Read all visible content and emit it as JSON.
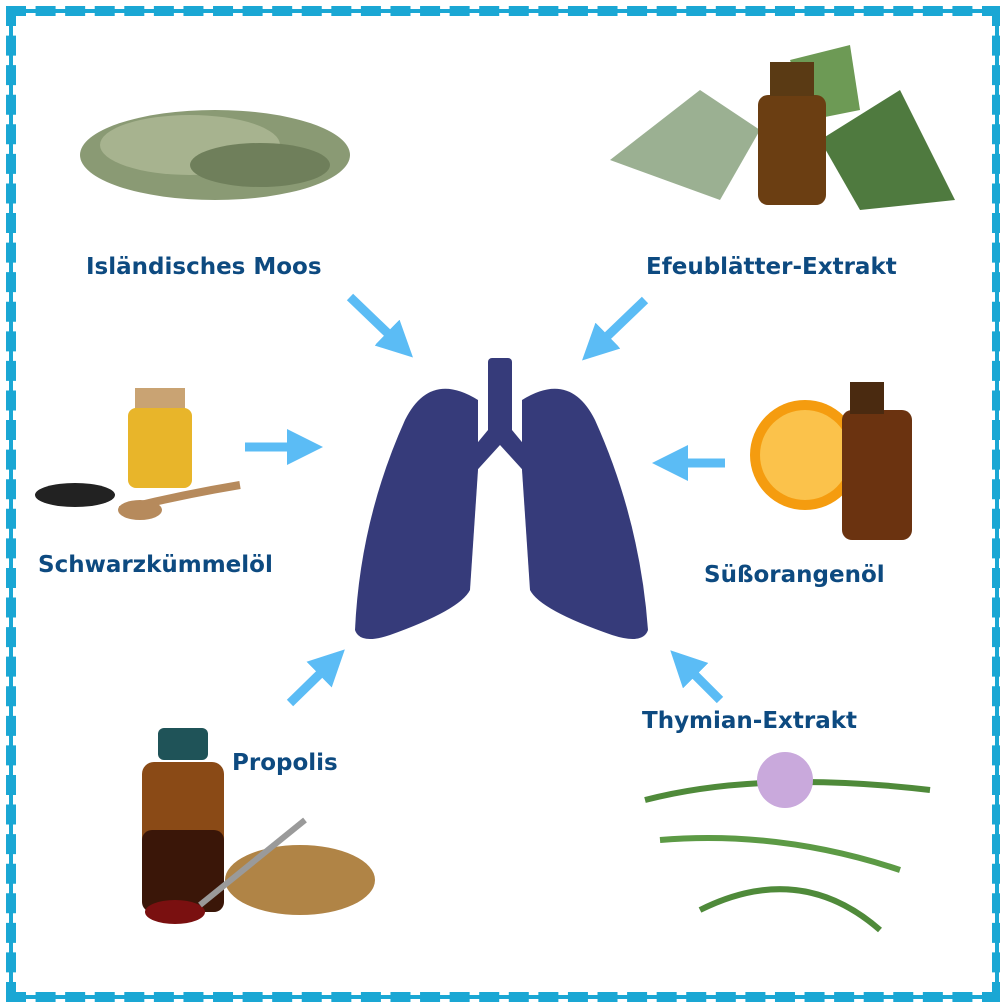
{
  "labels": {
    "islaendisches_moos": "Isländisches Moos",
    "efeublaetter": "Efeublätter-Extrakt",
    "schwarzkuemmeloel": "Schwarzkümmelöl",
    "suessorangenoel": "Süßorangenöl",
    "propolis": "Propolis",
    "thymian": "Thymian-Extrakt"
  },
  "colors": {
    "border": "#1aa7d4",
    "text": "#0d4a80",
    "arrow": "#5bbcf5",
    "lungs": "#363b7a"
  }
}
